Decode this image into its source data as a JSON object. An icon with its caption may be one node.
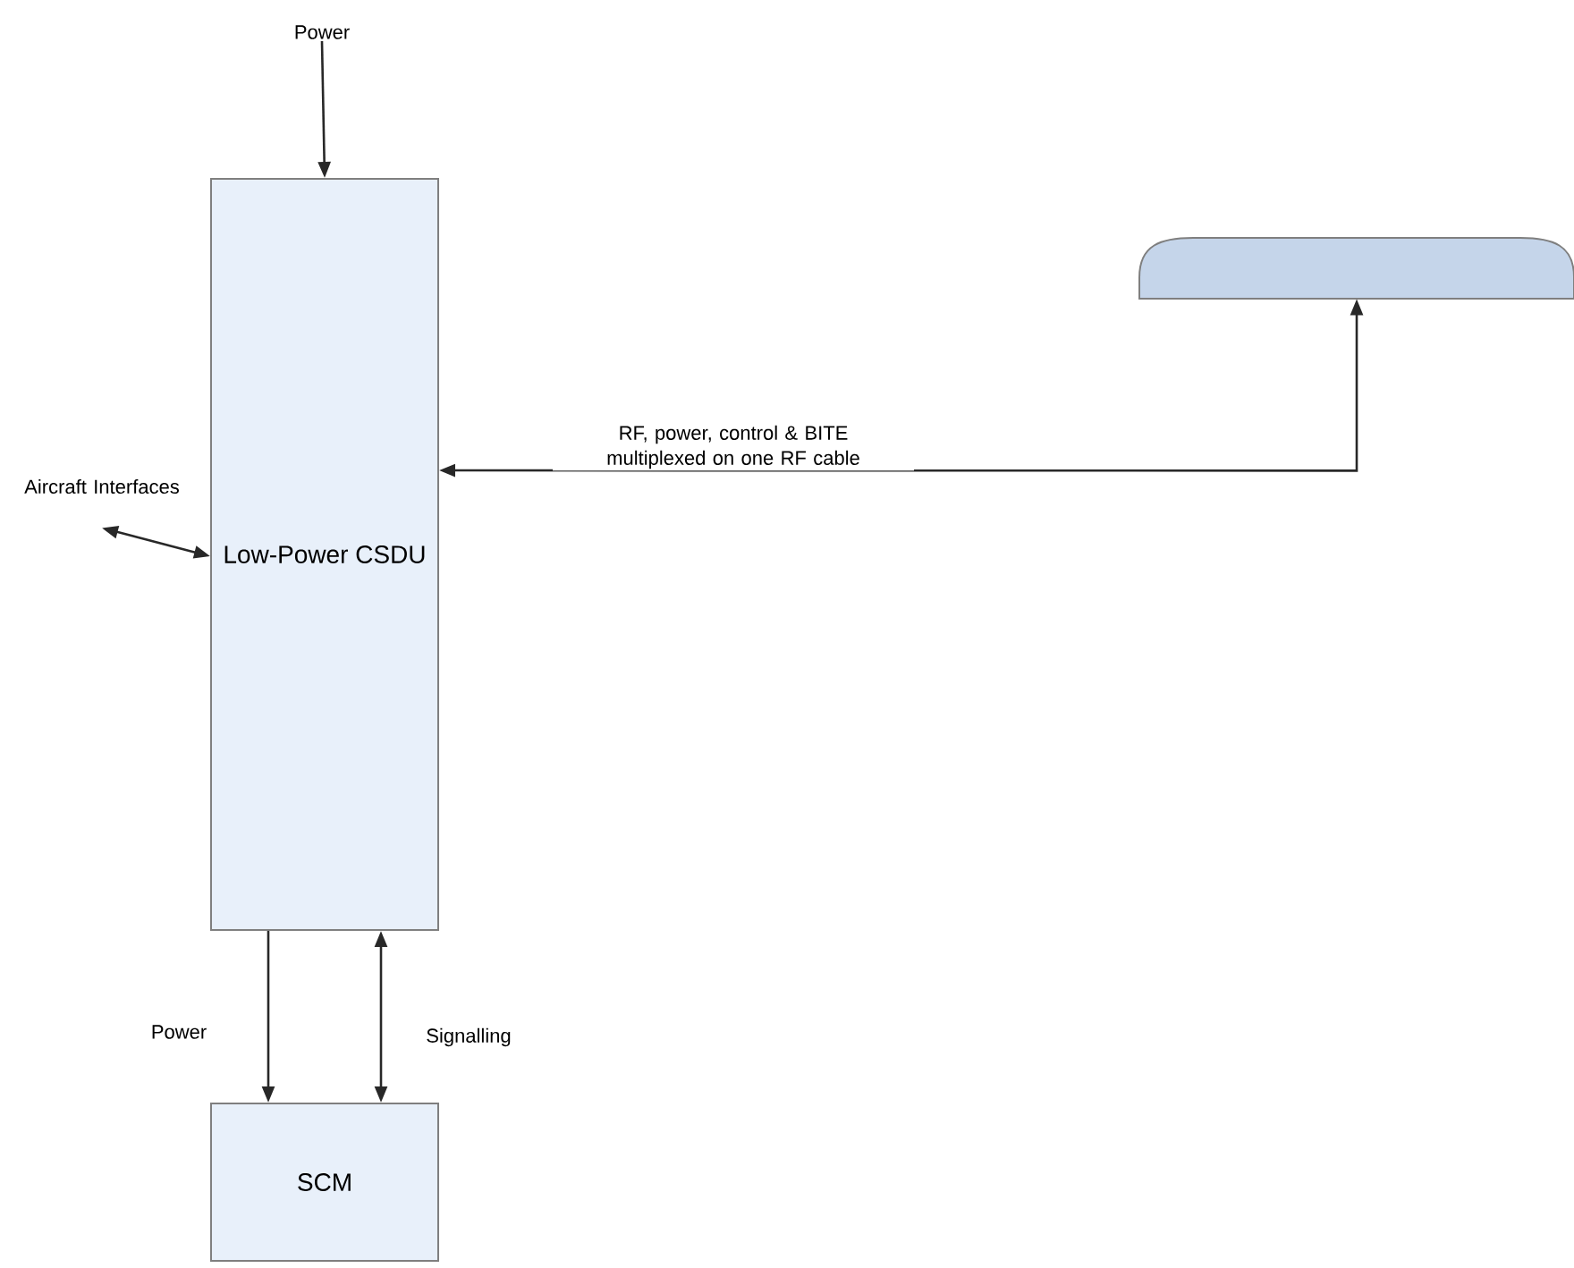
{
  "diagram": {
    "nodes": [
      {
        "text": [
          "Power"
        ]
      },
      {
        "text": [
          "Low-Power CSDU"
        ]
      },
      {
        "text": [],
        "shape": "dome"
      },
      {
        "text": [
          "Aircraft Interfaces"
        ]
      },
      {
        "text": [
          "SCM"
        ]
      }
    ],
    "edges": [
      {
        "from": 0,
        "to": 1,
        "arrow": "to"
      },
      {
        "from": 2,
        "to": 1,
        "arrow": "both",
        "label": "RF, power, control & BITE multiplexed on one RF cable"
      },
      {
        "from": 3,
        "to": 1,
        "arrow": "both"
      },
      {
        "from": 1,
        "to": 4,
        "arrow": "to",
        "label": "Power"
      },
      {
        "from": 1,
        "to": 4,
        "arrow": "both",
        "label": "Signalling"
      }
    ]
  }
}
